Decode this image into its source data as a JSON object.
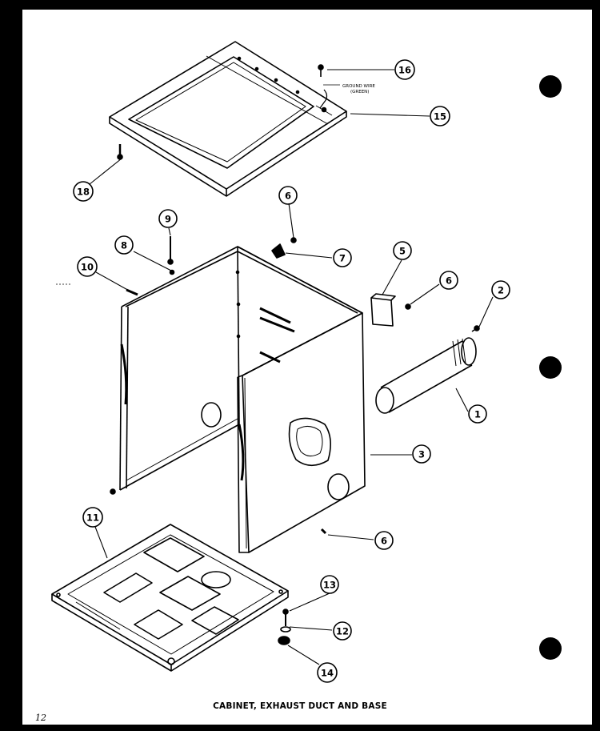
{
  "caption": "CABINET, EXHAUST DUCT AND BASE",
  "page_number": "12",
  "ground_wire_label": [
    "GROUND WIRE",
    "(GREEN)"
  ],
  "callouts": [
    "16",
    "15",
    "18",
    "6",
    "9",
    "8",
    "7",
    "10",
    "5",
    "6",
    "2",
    "1",
    "3",
    "6",
    "11",
    "13",
    "12",
    "14"
  ],
  "colors": {
    "ink": "#000000",
    "paper": "#ffffff"
  }
}
